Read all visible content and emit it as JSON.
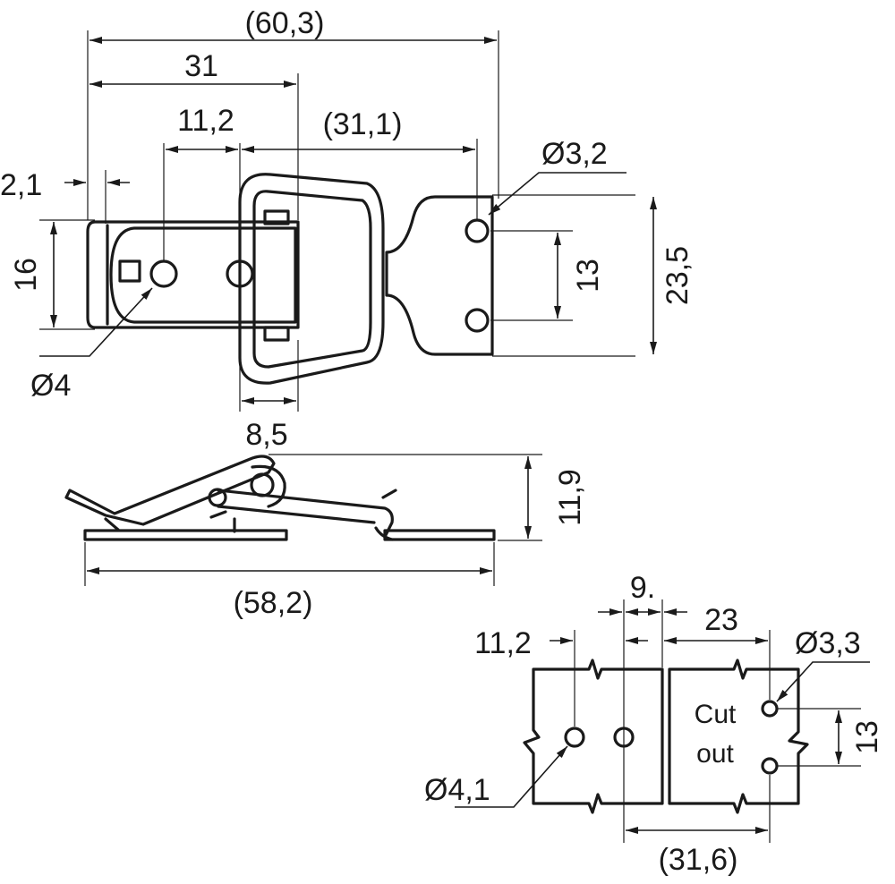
{
  "colors": {
    "ink": "#1a1a1a",
    "paper": "#ffffff"
  },
  "top_view": {
    "overall_length": "(60,3)",
    "body_length": "31",
    "hole_spacing": "11,2",
    "bail_length": "(31,1)",
    "edge_offset": "2,1",
    "body_width": "16",
    "body_hole_diameter": "Ø4",
    "pivot_offset": "8,5",
    "catch_hole_diameter": "Ø3,2",
    "catch_hole_spacing": "13",
    "catch_width": "23,5"
  },
  "side_view": {
    "height": "11,9",
    "length": "(58,2)"
  },
  "cutout_view": {
    "gap": "9.",
    "catch_offset": "23",
    "hole_spacing": "11,2",
    "catch_hole_diameter": "Ø3,3",
    "cutout_label_line1": "Cut",
    "cutout_label_line2": "out",
    "catch_hole_spacing": "13",
    "body_hole_diameter": "Ø4,1",
    "overall_length": "(31,6)"
  }
}
